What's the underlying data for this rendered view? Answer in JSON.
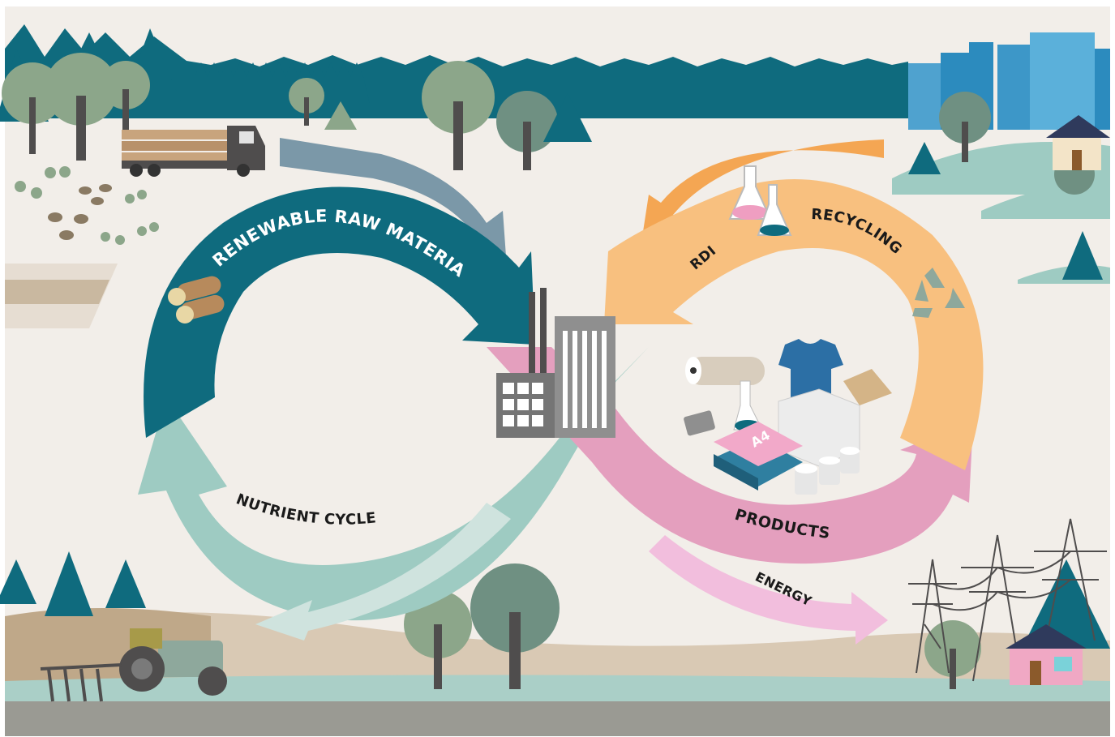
{
  "colors": {
    "background": "#f2eee9",
    "forest": "#0f6b7e",
    "raw_material_arrow": "#0f6b7e",
    "nutrient_arrow": "#9ecbc2",
    "products_arrow": "#e49fbe",
    "energy_arrow": "#f2bedd",
    "recycling_arrow": "#f8c07f",
    "rdi_arrow": "#f4a653",
    "truck_arrow": "#7b98a8",
    "factory": "#757575",
    "ground": "#9a9a93"
  },
  "labels": {
    "renewable": "RENEWABLE RAW MATERIAL",
    "nutrient": "NUTRIENT CYCLE",
    "products": "PRODUCTS",
    "energy": "ENERGY",
    "recycling": "RECYCLING",
    "rdi": "RDI",
    "paper": "A4"
  },
  "icons": [
    "logs-icon",
    "recycle-icon",
    "flask-icon",
    "factory-icon",
    "truck-icon",
    "tractor-icon",
    "power-pylon-icon",
    "house-icon",
    "city-icon",
    "tshirt-icon",
    "box-icon",
    "toilet-roll-icon",
    "paper-ream-icon"
  ]
}
